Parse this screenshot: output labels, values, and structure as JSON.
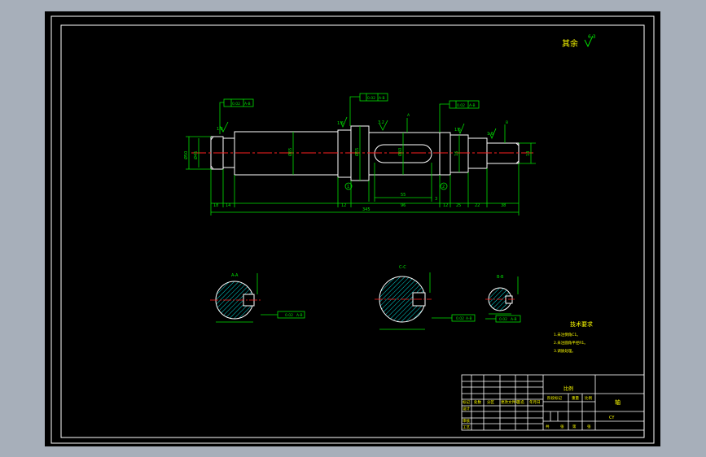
{
  "colors": {
    "background": "#a7afba",
    "paper": "#000000",
    "frame": "#ffffff",
    "geometry": "#ffffff",
    "dimension": "#00e000",
    "centerline": "#ff2020",
    "hatch": "#00d8d8",
    "label": "#ffff00",
    "callout": "#ff00ff"
  },
  "drawing": {
    "surface_note": "其余",
    "surface_note_value": "6.3",
    "section_labels": {
      "a": "A-A",
      "b": "C-C",
      "c": "B-B"
    },
    "datum_labels": [
      "A",
      "B"
    ],
    "balloons": [
      "1",
      "2"
    ],
    "roughness_values": [
      "1.6",
      "1.6",
      "3.2",
      "1.6",
      "1.6"
    ],
    "tolerance_values": [
      "0.02",
      "0.02",
      "0.02",
      "0.02",
      "0.02",
      "0.02"
    ],
    "tolerance_refs": [
      "A-B",
      "A-B",
      "A-B",
      "A-B",
      "A-B",
      "A-B"
    ],
    "dimension_values": [
      "18",
      "14",
      "12",
      "55",
      "96",
      "3",
      "12",
      "25",
      "22",
      "38",
      "50",
      "345",
      "Ø65",
      "Ø55",
      "Ø60",
      "Ø50",
      "Ø45",
      "14",
      "16"
    ]
  },
  "tech": {
    "title": "技术要求",
    "lines": [
      "1.未注倒角C1。",
      "2.未注圆角半径R1。",
      "3.调质处理。"
    ]
  },
  "title_block": {
    "header": "比例",
    "part_name": "轴",
    "drawing_no": "CY",
    "row_labels": [
      "设计",
      "审核",
      "工艺"
    ],
    "count_labels": [
      "共",
      "张",
      "第",
      "张"
    ],
    "mark_labels": [
      "标记",
      "处数",
      "分区",
      "更改文件号",
      "签名",
      "年月日"
    ],
    "stage_labels": [
      "阶段标记",
      "重量",
      "比例"
    ]
  }
}
